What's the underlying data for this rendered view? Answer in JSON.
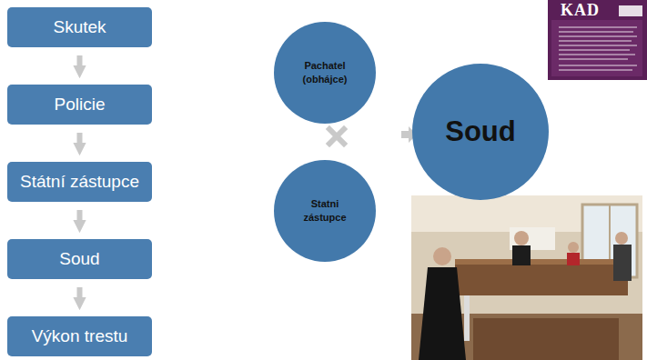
{
  "diagram": {
    "nodes": [
      {
        "text": [
          "Skutek"
        ]
      },
      {
        "text": [
          "Policie"
        ]
      },
      {
        "text": [
          "Státní zástupce"
        ]
      },
      {
        "text": [
          "Soud"
        ]
      },
      {
        "text": [
          "Výkon trestu"
        ]
      },
      {
        "text": [
          "Pachatel (obhájce)"
        ]
      },
      {
        "text": [
          "Statni zástupce"
        ]
      },
      {
        "text": [
          "Soud"
        ]
      }
    ],
    "edges": [
      {
        "from": 0,
        "to": 1,
        "arrow": "to"
      },
      {
        "from": 1,
        "to": 2,
        "arrow": "to"
      },
      {
        "from": 2,
        "to": 3,
        "arrow": "to"
      },
      {
        "from": 3,
        "to": 4,
        "arrow": "to"
      }
    ],
    "labels": [
      "KAD"
    ]
  }
}
